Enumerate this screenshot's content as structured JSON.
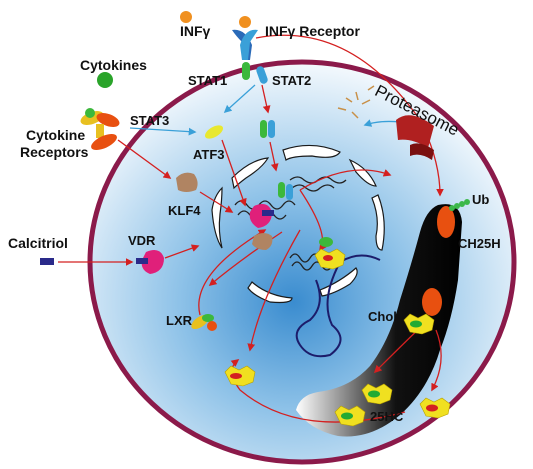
{
  "labels": {
    "infg": "INFγ",
    "infg_receptor": "INFγ Receptor",
    "cytokines": "Cytokines",
    "stat1": "STAT1",
    "stat2": "STAT2",
    "stat3": "STAT3",
    "cytokine_receptors_1": "Cytokine",
    "cytokine_receptors_2": "Receptors",
    "atf3": "ATF3",
    "klf4": "KLF4",
    "calcitriol": "Calcitriol",
    "vdr": "VDR",
    "lxr": "LXR",
    "proteasome": "Proteasome",
    "ub": "Ub",
    "ch25h": "CH25H",
    "chol": "Chol",
    "hc25": "25HC"
  },
  "colors": {
    "cell_membrane": "#8b1a4a",
    "cytoplasm_inner": "#3f8fd0",
    "arrow_red": "#d42020",
    "arrow_blue": "#3aa0d8",
    "stat1_green": "#3cb83c",
    "stat2_blue": "#3aa0d8",
    "klf4_brown": "#b08462",
    "vdr_magenta": "#e0207a",
    "calcitriol_navy": "#2a2a8a",
    "atf3_yellow": "#e8e830",
    "ch25h_orange": "#e85010",
    "proteasome_red": "#b02020",
    "cholesterol_yellow": "#f0e020",
    "infg_orange": "#f09020",
    "ub_green": "#3cb84a"
  }
}
